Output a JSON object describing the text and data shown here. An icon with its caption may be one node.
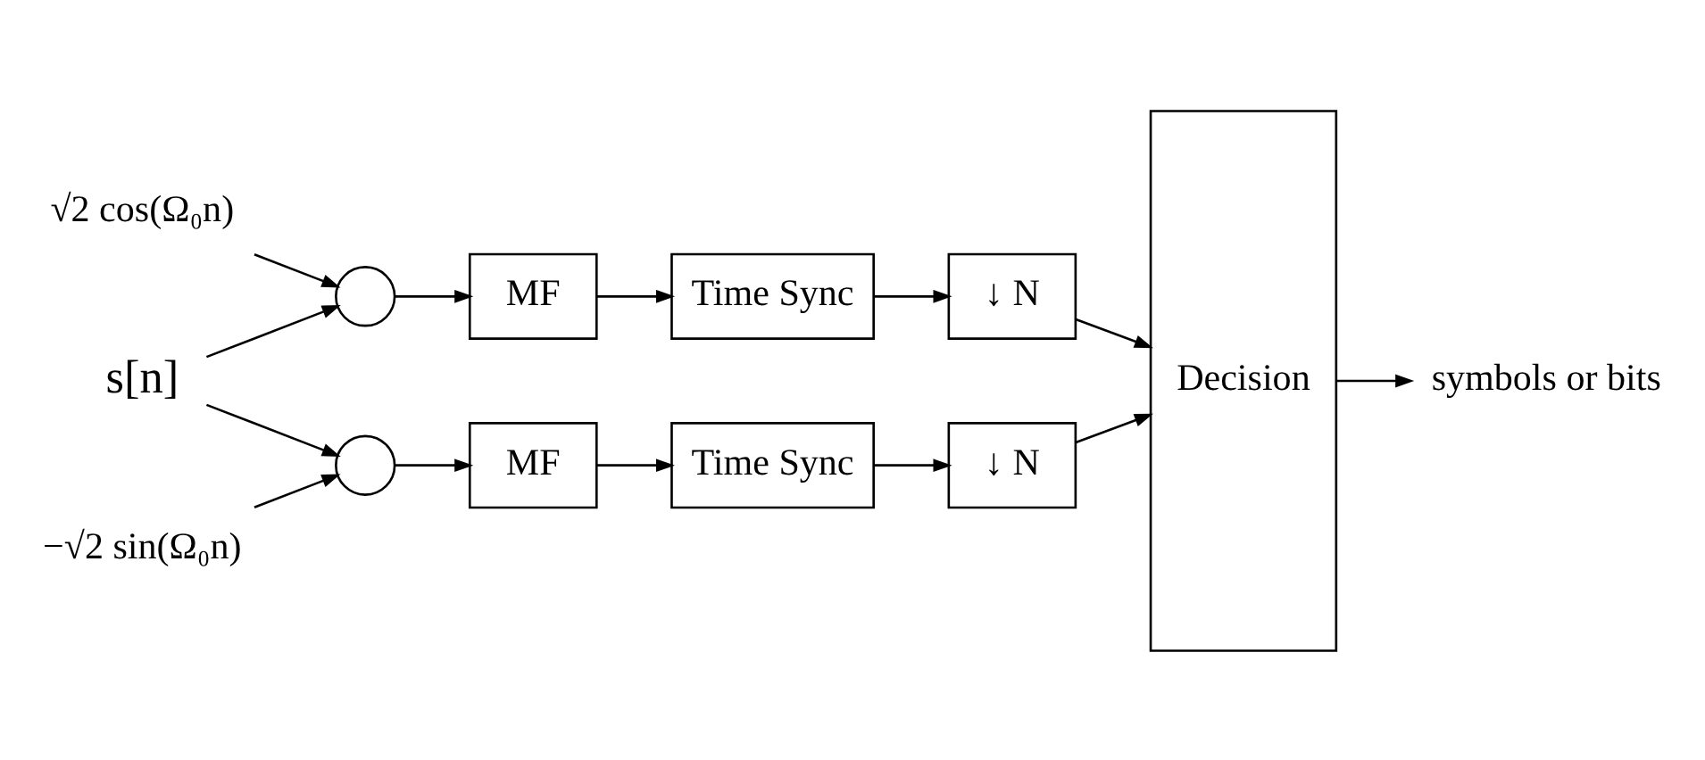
{
  "diagram": {
    "nodes": [
      {
        "text": [
          "s[n]"
        ]
      },
      {
        "text": [],
        "shape": "circle"
      },
      {
        "text": [
          "MF"
        ]
      },
      {
        "text": [
          "Time Sync"
        ]
      },
      {
        "text": [
          "↓ N"
        ]
      },
      {
        "text": [
          "√2 cos(Ω₀n)"
        ]
      },
      {
        "text": [],
        "shape": "circle"
      },
      {
        "text": [
          "MF"
        ]
      },
      {
        "text": [
          "Time Sync"
        ]
      },
      {
        "text": [
          "↓ N"
        ]
      },
      {
        "text": [
          "−√2 sin(Ω₀n)"
        ]
      },
      {
        "text": [
          "Decision"
        ]
      },
      {
        "text": [
          "symbols or bits"
        ]
      }
    ],
    "edges": [
      {
        "from": 0,
        "to": 1,
        "arrow": "to"
      },
      {
        "from": 0,
        "to": 6,
        "arrow": "to"
      },
      {
        "from": 5,
        "to": 1,
        "arrow": "to"
      },
      {
        "from": 1,
        "to": 2,
        "arrow": "to"
      },
      {
        "from": 2,
        "to": 3,
        "arrow": "to"
      },
      {
        "from": 3,
        "to": 4,
        "arrow": "to"
      },
      {
        "from": 4,
        "to": 11,
        "arrow": "to"
      },
      {
        "from": 10,
        "to": 6,
        "arrow": "to"
      },
      {
        "from": 6,
        "to": 7,
        "arrow": "to"
      },
      {
        "from": 7,
        "to": 8,
        "arrow": "to"
      },
      {
        "from": 8,
        "to": 9,
        "arrow": "to"
      },
      {
        "from": 9,
        "to": 11,
        "arrow": "to"
      },
      {
        "from": 11,
        "to": 12,
        "arrow": "to"
      }
    ]
  }
}
